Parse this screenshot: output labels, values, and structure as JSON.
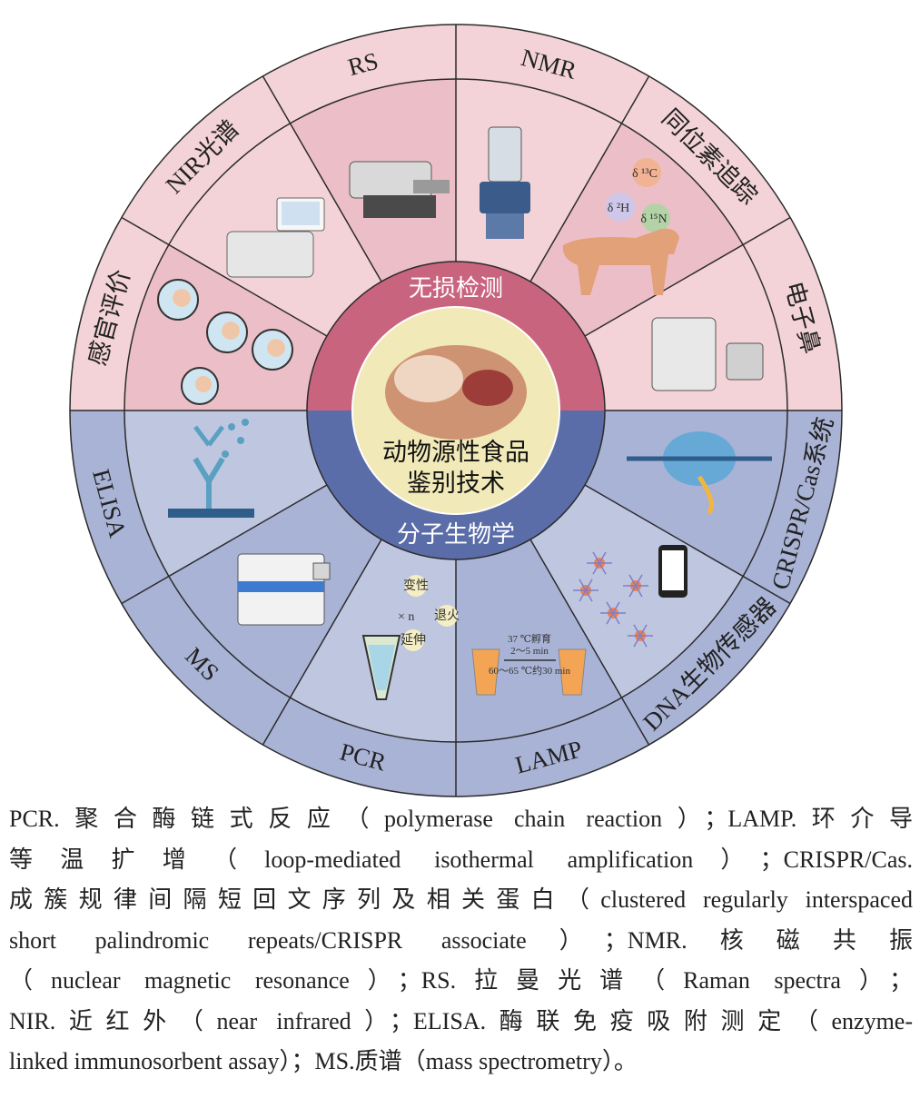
{
  "diagram": {
    "center": {
      "top_band": "无损检测",
      "bottom_band": "分子生物学",
      "title_lines": [
        "动物源性食品",
        "鉴别技术"
      ]
    },
    "nondestructive_segments": [
      "感官评价",
      "NIR光谱",
      "RS",
      "NMR",
      "同位素追踪",
      "电子鼻"
    ],
    "molecular_segments": [
      "ELISA",
      "MS",
      "PCR",
      "LAMP",
      "DNA生物传感器",
      "CRISPR/Cas系统"
    ],
    "isotopes": [
      "δ ¹³C",
      "δ ²H",
      "δ ¹⁵N"
    ],
    "pcr_cycle": {
      "denature": "变性",
      "anneal": "退火",
      "extend": "延伸",
      "repeat": "× n"
    },
    "lamp_conditions": [
      "37 ℃孵育",
      "2～5 min",
      "60～65 ℃约30 min"
    ],
    "colors": {
      "pink_outer": "#f3d3d7",
      "pink_mid": "#ecbfc8",
      "pink_band": "#c9647f",
      "blue_outer": "#bfc6e0",
      "blue_mid": "#a9b3d5",
      "blue_band": "#5a6da8",
      "center_fill": "#f1e9b8"
    }
  },
  "caption": {
    "lines": [
      "PCR.聚合酶链式反应（polymerase chain reaction）；LAMP.环介导",
      "等温扩增（loop-mediated isothermal amplification）；CRISPR/Cas.",
      "成簇规律间隔短回文序列及相关蛋白（clustered regularly interspaced",
      "short palindromic repeats/CRISPR associate）；NMR.核磁共振",
      "（nuclear magnetic resonance）；RS.拉曼光谱（Raman spectra）；",
      "NIR.近红外（near infrared）；ELISA.酶联免疫吸附测定（enzyme-",
      "linked immunosorbent assay）；MS.质谱（mass spectrometry）。"
    ]
  }
}
